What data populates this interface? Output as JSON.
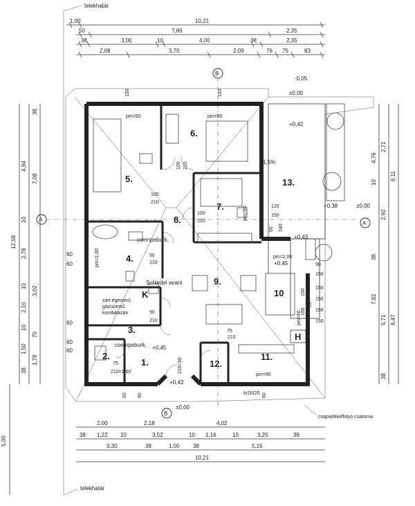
{
  "labels": {
    "lot_top": "telekhatár",
    "lot_bottom": "telekhatár",
    "gutter": "csapadékelfolyó csatorna",
    "tile_a": "csempeburk.",
    "tile_b": "csempeburk.",
    "chimney": "Schiedel avant",
    "boiler_1": "zárt égésterű",
    "boiler_2": "gázüzemű",
    "boiler_3": "kombikazán",
    "kr": "kr20/20",
    "slope": "1,5%",
    "K": "K",
    "H": "H"
  },
  "grid": {
    "A": "A",
    "B": "B"
  },
  "rooms": {
    "r1": "1.",
    "r2": "2.",
    "r3": "3.",
    "r4": "4.",
    "r5": "5.",
    "r6": "6.",
    "r7": "7.",
    "r8": "8.",
    "r9": "9.",
    "r10": "10",
    "r11": "11.",
    "r12": "12.",
    "r13": "13."
  },
  "levels": {
    "l1": "±0,00",
    "l2": "-0,05",
    "l3": "+0,42",
    "l4": "+0,38",
    "l5": "±0,00",
    "l6": "+0,43",
    "l7": "+0,45",
    "l8": "+0,45",
    "l9": "+0,43",
    "l10": "±0,00"
  },
  "top_dims": {
    "row1": [
      "1,00",
      "10,21"
    ],
    "row2": [
      "50",
      "7,86",
      "2,35"
    ],
    "row3": [
      "38",
      "3,00",
      "10",
      "4,00",
      "38",
      "2,35"
    ],
    "row4": [
      "2,08",
      "3,70",
      "2,09",
      "76",
      "75",
      "83"
    ]
  },
  "bottom_dims": {
    "row1": [
      "2,00",
      "2,18",
      "4,02"
    ],
    "row2": [
      "38",
      "1,22",
      "10",
      "3,52",
      "10",
      "1,16",
      "10",
      "3,25",
      "38"
    ],
    "row3": [
      "3,30",
      "38",
      "1,00",
      "38",
      "5,15"
    ],
    "row4": [
      "10,21"
    ]
  },
  "left_dims": {
    "outer": [
      "5,00"
    ],
    "col1": [
      "12,58"
    ],
    "col2": [
      "4,94",
      "10",
      "2,78",
      "10",
      "2,10",
      "10",
      "1,50",
      "38"
    ],
    "col3": [
      "38",
      "7,08",
      "3,02",
      "70",
      "1,78"
    ],
    "side": [
      "60",
      "60",
      "60",
      "60",
      "60"
    ]
  },
  "right_dims": {
    "col1": [
      "4,76",
      "10",
      "38",
      "7,82"
    ],
    "col2": [
      "2,71",
      "2,92",
      "5,71",
      "38"
    ],
    "col3": [
      "6,11",
      "6,47"
    ]
  },
  "openings": {
    "pm90_a": "pm=90",
    "pm90_b": "pm=90",
    "pm90_c": "pm=90",
    "pm90_d": "pm=90",
    "pm200": "pm=2,00",
    "pm160": "pm=1,60",
    "pm60": "pm=60",
    "o1": "100",
    "o2": "210",
    "o3": "100",
    "o4": "210",
    "o5": "100",
    "o6": "210",
    "o7": "90",
    "o8": "210",
    "o9": "90",
    "o10": "210",
    "o11": "75",
    "o12": "210",
    "o13": "75",
    "o14": "210=1,60",
    "o15": "210=30",
    "o16": "120",
    "o17": "150",
    "o18": "60",
    "o19": "240",
    "o20": "90",
    "o21": "150",
    "o22": "150",
    "o23": "150",
    "o24": "150",
    "o25": "150",
    "o26": "150",
    "o27": "150",
    "o28": "60",
    "o29": "60",
    "o30": "90",
    "o31": "60",
    "o32": "150",
    "o33": "150"
  }
}
